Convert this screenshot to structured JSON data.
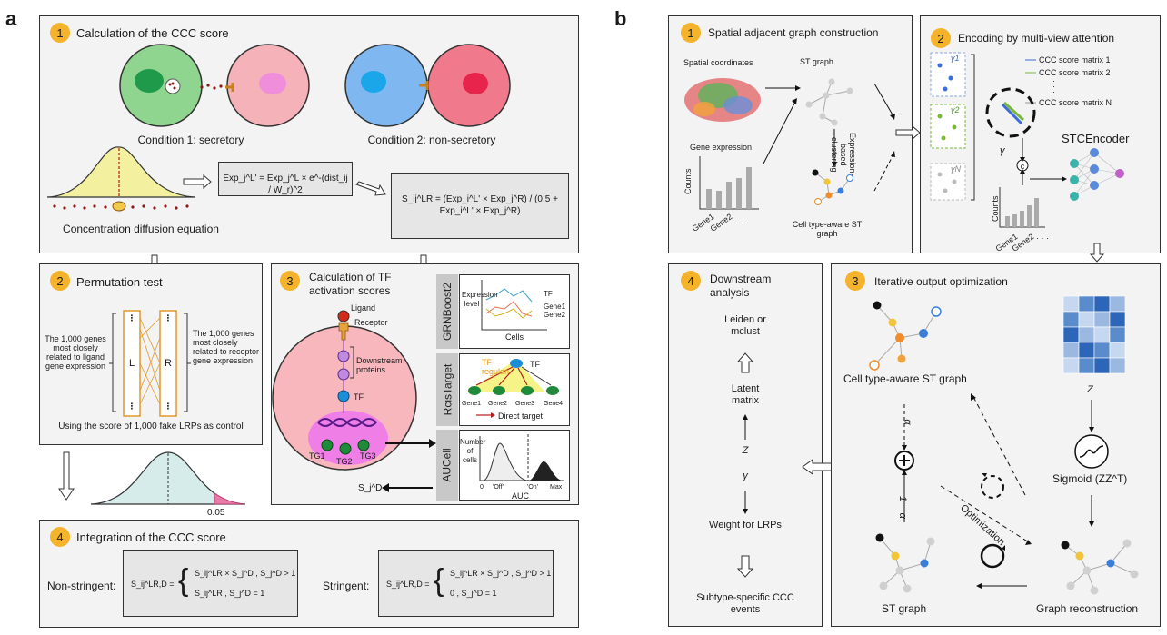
{
  "panel_a": {
    "letter": "a",
    "step1": {
      "num": "1",
      "title": "Calculation of the CCC score",
      "cond1": "Condition 1: secretory",
      "cond2": "Condition 2: non-secretory",
      "diffusion_caption": "Concentration diffusion equation",
      "eq1": "Exp_j^L' = Exp_j^L × e^-(dist_ij / W_r)^2",
      "eq2": "S_ij^LR = (Exp_i^L' × Exp_j^R) / (0.5 + Exp_i^L' × Exp_j^R)"
    },
    "step2": {
      "num": "2",
      "title": "Permutation test",
      "left_text": "The 1,000 genes most closely related to ligand gene expression",
      "right_text": "The 1,000 genes most closely related to receptor gene expression",
      "left_box": "L",
      "right_box": "R",
      "caption": "Using the score of 1,000 fake LRPs as control",
      "threshold": "0.05"
    },
    "step3": {
      "num": "3",
      "title": "Calculation of TF activation scores",
      "ligand": "Ligand",
      "receptor": "Receptor",
      "downstream": "Downstream proteins",
      "tf": "TF",
      "tg1": "TG1",
      "tg2": "TG2",
      "tg3": "TG3",
      "output": "S_j^D",
      "grnboost": {
        "label": "GRNBoost2",
        "ylabel": "Expression level",
        "xlabel": "Cells",
        "tf": "TF",
        "gene1": "Gene1",
        "gene2": "Gene2"
      },
      "rcistarget": {
        "label": "RcisTarget",
        "regulon": "TF regulon",
        "tf": "TF",
        "genes": [
          "Gene1",
          "Gene2",
          "Gene3",
          "Gene4"
        ],
        "legend": "Direct target"
      },
      "aucell": {
        "label": "AUCell",
        "ylabel": "Number of cells",
        "xlabel": "AUC",
        "ticks": [
          "0",
          "'Off'",
          "'On'",
          "Max"
        ]
      }
    },
    "step4": {
      "num": "4",
      "title": "Integration of the CCC score",
      "non_stringent_label": "Non-stringent:",
      "stringent_label": "Stringent:",
      "ns_lhs": "S_ij^LR,D =",
      "ns_case1": "S_ij^LR × S_j^D , S_j^D > 1",
      "ns_case2": "S_ij^LR , S_j^D = 1",
      "s_lhs": "S_ij^LR,D =",
      "s_case1": "S_ij^LR × S_j^D , S_j^D > 1",
      "s_case2": "0 , S_j^D = 1"
    }
  },
  "panel_b": {
    "letter": "b",
    "step1": {
      "num": "1",
      "title": "Spatial adjacent graph construction",
      "spatial": "Spatial coordinates",
      "st_graph": "ST graph",
      "gene_expression": "Gene expression",
      "counts": "Counts",
      "gene1": "Gene1",
      "gene2": "Gene2",
      "dots": "· · ·",
      "clustering": "Expression-based clustering",
      "celltype_graph": "Cell type-aware ST graph"
    },
    "step2": {
      "num": "2",
      "title": "Encoding by multi-view attention",
      "legend": [
        "CCC score matrix 1",
        "CCC score matrix 2",
        "CCC score matrix N"
      ],
      "gammas": [
        "γ1",
        "γ2",
        "γN"
      ],
      "gamma_vec": "γ",
      "concat": "c",
      "encoder": "STCEncoder",
      "counts": "Counts",
      "gene1": "Gene1",
      "gene2": "Gene2",
      "dots": "· · ·"
    },
    "step3": {
      "num": "3",
      "title": "Iterative output optimization",
      "celltype_graph": "Cell type-aware ST graph",
      "z": "Z",
      "sigmoid": "Sigmoid (ZZ^T)",
      "alpha": "α",
      "one_minus_alpha": "1 − α",
      "optimization": "Optimization",
      "st_graph": "ST graph",
      "reconstruction": "Graph reconstruction"
    },
    "step4": {
      "num": "4",
      "title": "Downstream analysis",
      "leiden": "Leiden or mclust",
      "latent": "Latent matrix",
      "z": "Z",
      "gamma": "γ",
      "weight": "Weight for LRPs",
      "subtype": "Subtype-specific CCC events"
    }
  },
  "colors": {
    "badge": "#f5b32b",
    "panel_bg": "#f3f3f3",
    "green_cell": "#8fd48f",
    "red_cell": "#f5a0a8",
    "blue_nucleus": "#1aa6e8",
    "red_nucleus": "#e8244c",
    "purple": "#c08ae0",
    "tf_blue": "#1a8fd8",
    "tg_green": "#1f8a3a",
    "orange": "#f08c2a",
    "heatmap_blue": "#2d66b8"
  }
}
